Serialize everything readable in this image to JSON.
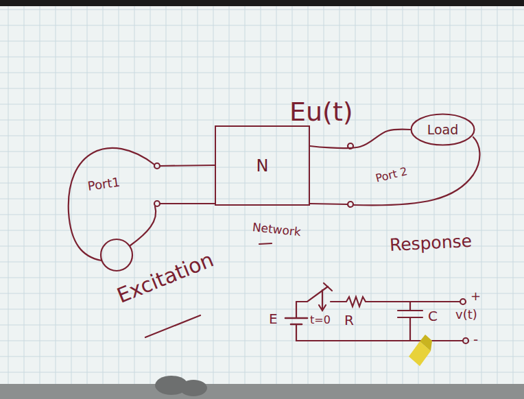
{
  "diagram": {
    "nodes": [
      {
        "text": [
          "N"
        ]
      },
      {
        "text": [
          "Load"
        ]
      }
    ],
    "edges": [
      {
        "from": 0,
        "to": 1,
        "arrow": "none"
      }
    ],
    "labels": [
      "Eu(t)",
      "Port1",
      "Port 2",
      "Network",
      "Excitation",
      "Response",
      "E",
      "t=0",
      "R",
      "C",
      "v(t)",
      "+",
      "-"
    ]
  }
}
